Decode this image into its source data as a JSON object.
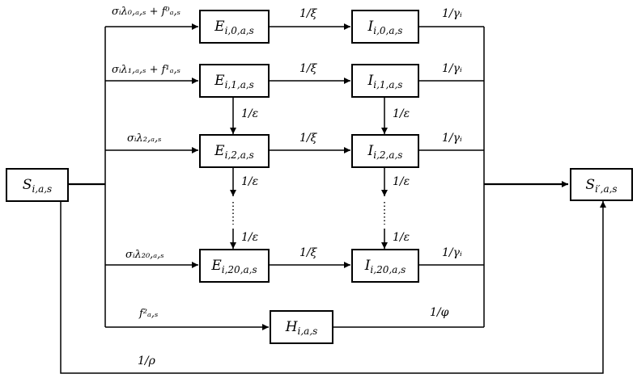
{
  "nodes": {
    "S": {
      "base": "S",
      "sub": "i,a,s"
    },
    "E0": {
      "base": "E",
      "sub": "i,0,a,s"
    },
    "I0": {
      "base": "I",
      "sub": "i,0,a,s"
    },
    "E1": {
      "base": "E",
      "sub": "i,1,a,s"
    },
    "I1": {
      "base": "I",
      "sub": "i,1,a,s"
    },
    "E2": {
      "base": "E",
      "sub": "i,2,a,s"
    },
    "I2": {
      "base": "I",
      "sub": "i,2,a,s"
    },
    "E20": {
      "base": "E",
      "sub": "i,20,a,s"
    },
    "I20": {
      "base": "I",
      "sub": "i,20,a,s"
    },
    "H": {
      "base": "H",
      "sub": "i,a,s"
    },
    "Sp": {
      "base": "S",
      "sub": "i′,a,s"
    }
  },
  "labels": {
    "in0": "σᵢλ₀,ₐ,ₛ + f⁰ₐ,ₛ",
    "in1": "σᵢλ₁,ₐ,ₛ + f¹ₐ,ₛ",
    "in2": "σᵢλ₂,ₐ,ₛ",
    "in20": "σᵢλ₂₀,ₐ,ₛ",
    "inH": "f²ₐ,ₛ",
    "xi0": "1/ξ",
    "xi1": "1/ξ",
    "xi2": "1/ξ",
    "xi20": "1/ξ",
    "gamma0": "1/γᵢ",
    "gamma1": "1/γᵢ",
    "gamma2": "1/γᵢ",
    "gamma20": "1/γᵢ",
    "epsE1": "1/ε",
    "epsE2": "1/ε",
    "epsE3": "1/ε",
    "epsI1": "1/ε",
    "epsI2": "1/ε",
    "epsI3": "1/ε",
    "phi": "1/φ",
    "rho": "1/ρ"
  }
}
